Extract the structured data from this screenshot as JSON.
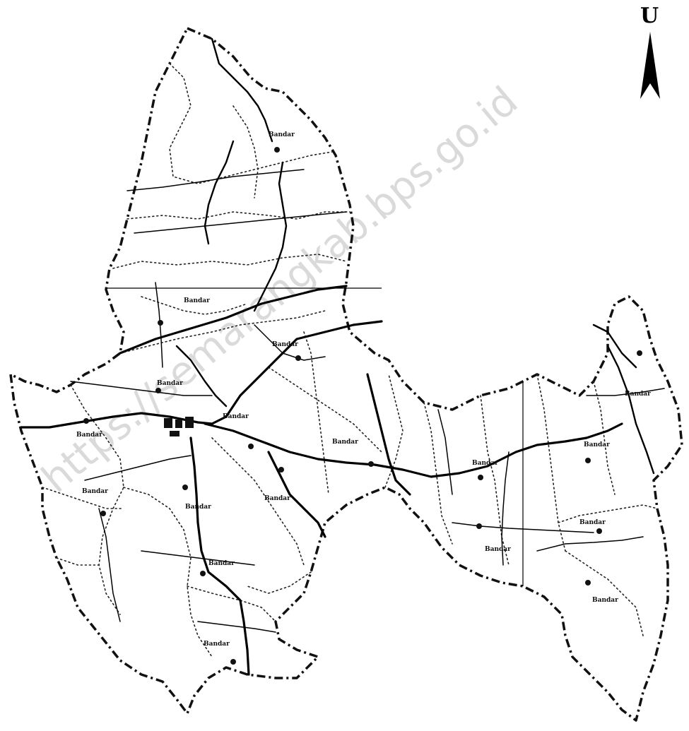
{
  "north_arrow": {
    "letter": "U",
    "icon": "north-arrow-icon"
  },
  "watermark": {
    "text": "https://semarangkab.bps.go.id"
  },
  "towns": [
    {
      "id": "t1",
      "label": "Bandar"
    },
    {
      "id": "t2",
      "label": "Bandar"
    },
    {
      "id": "t3",
      "label": "Bandar"
    },
    {
      "id": "t4",
      "label": "Bandar"
    },
    {
      "id": "t5",
      "label": "Bandar"
    },
    {
      "id": "t6",
      "label": "Bandar"
    },
    {
      "id": "t7",
      "label": "Bandar"
    },
    {
      "id": "t8",
      "label": "Bandar"
    },
    {
      "id": "t9",
      "label": "Bandar"
    },
    {
      "id": "t10",
      "label": "Bandar"
    },
    {
      "id": "t11",
      "label": "Bandar"
    },
    {
      "id": "t12",
      "label": "Bandar"
    },
    {
      "id": "t13",
      "label": "Bandar"
    },
    {
      "id": "t14",
      "label": "Bandar"
    },
    {
      "id": "t15",
      "label": "Bandar"
    },
    {
      "id": "t16",
      "label": "Bandar"
    },
    {
      "id": "t17",
      "label": "Bandar"
    },
    {
      "id": "t18",
      "label": "Bandar"
    }
  ]
}
